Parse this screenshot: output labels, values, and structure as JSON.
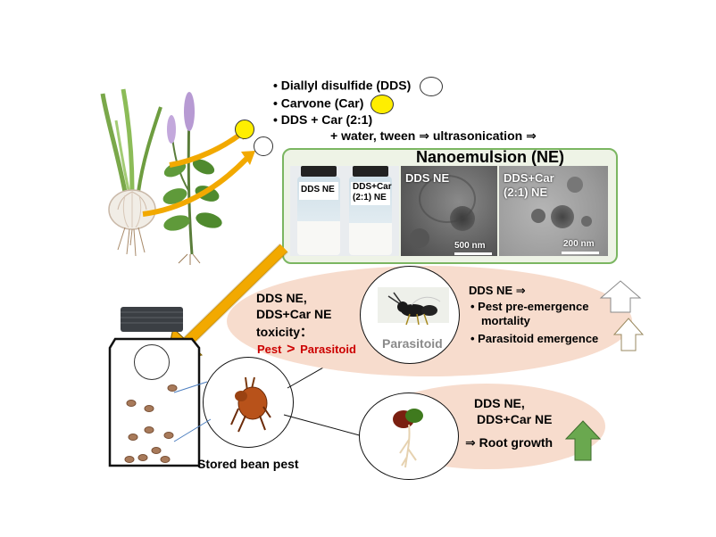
{
  "ingredients": {
    "dds": "Diallyl disulfide (DDS)",
    "car": "Carvone (Car)",
    "mix": "DDS + Car (2:1)",
    "process": "+ water, tween ⇒ ultrasonication ⇒"
  },
  "nanoemulsion": {
    "title": "Nanoemulsion (NE)",
    "vial1": "DDS NE",
    "vial2_line1": "DDS+Car",
    "vial2_line2": "(2:1) NE",
    "tem1_label": "DDS NE",
    "tem1_scale": "500 nm",
    "tem2_label_line1": "DDS+Car",
    "tem2_label_line2": "(2:1) NE",
    "tem2_scale": "200 nm"
  },
  "toxicity": {
    "line1": "DDS NE,",
    "line2": "DDS+Car NE",
    "line3": "toxicity：",
    "pest": "Pest",
    "gt": ">",
    "parasitoid": "Parasitoid"
  },
  "parasitoid_label": "Parasitoid",
  "dds_effects": {
    "head": "DDS NE ⇒",
    "item1_line1": "Pest pre-emergence",
    "item1_line2": "mortality",
    "item2": "Parasitoid emergence"
  },
  "root": {
    "line1": "DDS NE,",
    "line2": "DDS+Car NE",
    "line3": "⇒ Root growth"
  },
  "pest_label": "Stored bean pest",
  "colors": {
    "pill": "#f7dccd",
    "accent_red": "#cc0000",
    "arrow_orange": "#f2a900",
    "green_arrow": "#6aa84f",
    "box_border": "#7bb661"
  },
  "icons": [
    "garlic-icon",
    "mint-icon",
    "jar-icon",
    "beetle-icon",
    "wasp-icon",
    "seedling-icon",
    "up-arrow-icon"
  ]
}
